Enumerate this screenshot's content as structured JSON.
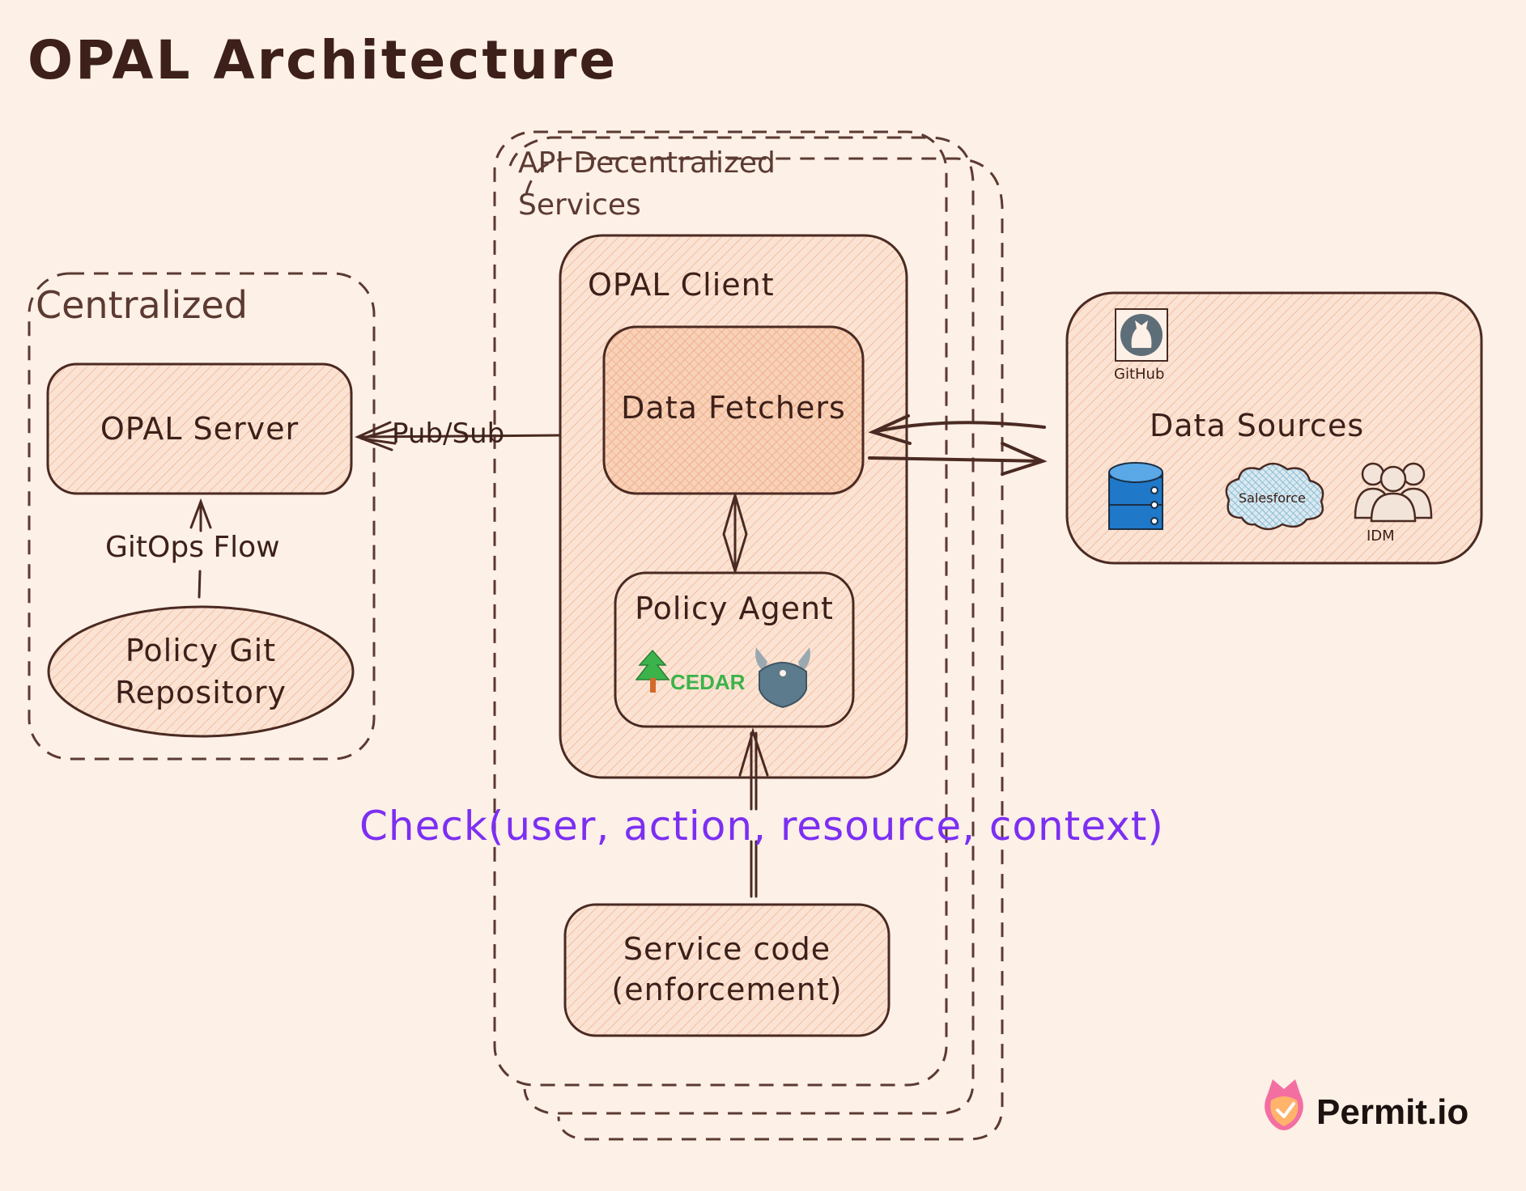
{
  "title": "OPAL Architecture",
  "groups": {
    "centralized": "Centralized",
    "decentralized": "API Decentralized\nServices"
  },
  "nodes": {
    "opal_server": "OPAL Server",
    "policy_repo": "Policy Git\nRepository",
    "opal_client": "OPAL Client",
    "data_fetchers": "Data Fetchers",
    "policy_agent": "Policy Agent",
    "service_code": "Service code\n(enforcement)",
    "data_sources": "Data Sources"
  },
  "edges": {
    "pubsub": "Pub/Sub",
    "gitops": "GitOps Flow",
    "check_call": "Check(user, action, resource, context)"
  },
  "icons": {
    "github": "GitHub",
    "salesforce": "Salesforce",
    "idm": "IDM",
    "cedar": "CEDAR"
  },
  "brand": "Permit.io",
  "colors": {
    "background": "#fdf0e6",
    "box_fill": "#f8d9c4",
    "stroke": "#4a2a22",
    "check_text": "#7c2ff2",
    "db_blue": "#1f78c8",
    "cedar_green": "#3bb34a",
    "brand_pink": "#f36fa1"
  }
}
